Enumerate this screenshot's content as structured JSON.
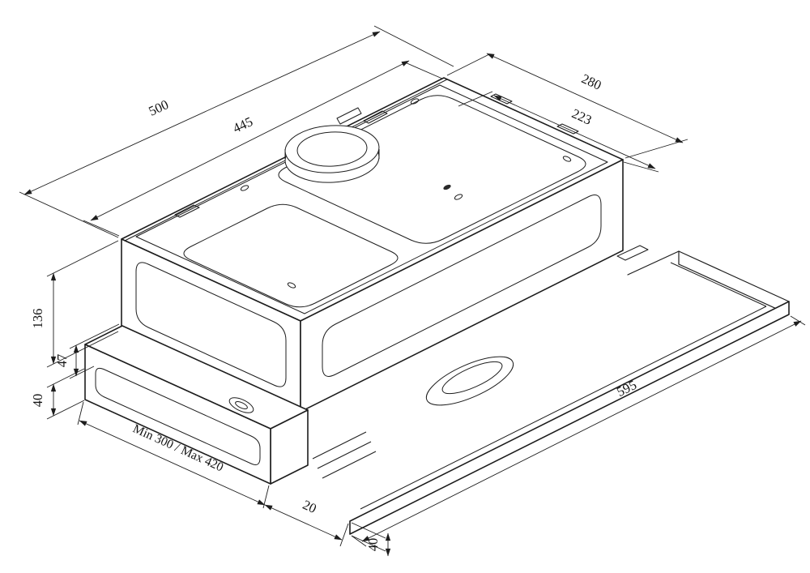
{
  "page": {
    "background": "#ffffff",
    "line_color": "#1d1d1d"
  },
  "labels": {
    "dim_500": "500",
    "dim_445": "445",
    "dim_280": "280",
    "dim_223": "223",
    "dim_136": "136",
    "dim_47": "47",
    "dim_40_left": "40",
    "dim_min_max": "Min 300 / Max 420",
    "dim_20": "20",
    "dim_595": "595",
    "dim_40_right": "40"
  }
}
